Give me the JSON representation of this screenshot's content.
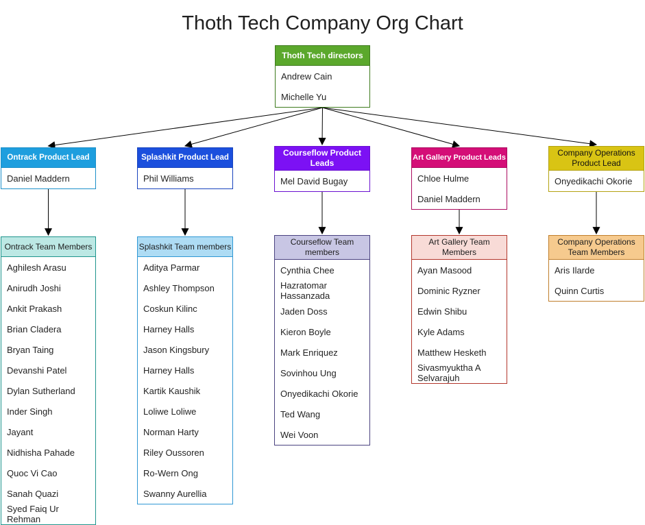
{
  "title": "Thoth Tech Company Org Chart",
  "chart": {
    "nodes": [
      {
        "id": "directors",
        "title": "Thoth Tech directors",
        "header_bg": "#5ba82c",
        "header_color": "#ffffff",
        "border": "#3d7a1d",
        "members": [
          "Andrew Cain",
          "Michelle Yu"
        ]
      },
      {
        "id": "ontrack_lead",
        "title": "Ontrack Product Lead",
        "header_bg": "#1e9ede",
        "header_color": "#ffffff",
        "border": "#1b8fc9",
        "members": [
          "Daniel Maddern"
        ]
      },
      {
        "id": "splashkit_lead",
        "title": "Splashkit Product Lead",
        "header_bg": "#1b4fdd",
        "header_color": "#ffffff",
        "border": "#1743bd",
        "members": [
          "Phil Williams"
        ]
      },
      {
        "id": "courseflow_lead",
        "title": "Courseflow Product Leads",
        "header_bg": "#7c11f4",
        "header_color": "#ffffff",
        "border": "#690fd0",
        "members": [
          "Mel David Bugay"
        ]
      },
      {
        "id": "artgallery_lead",
        "title": "Art Gallery Product Leads",
        "header_bg": "#d40e77",
        "header_color": "#ffffff",
        "border": "#aa0b5f",
        "members": [
          "Chloe Hulme",
          "Daniel Maddern"
        ]
      },
      {
        "id": "companyops_lead",
        "title": "Company Operations Product Lead",
        "header_bg": "#d9c414",
        "header_color": "#111111",
        "border": "#b3a210",
        "members": [
          "Onyedikachi Okorie"
        ]
      },
      {
        "id": "ontrack_team",
        "title": "Ontrack Team Members",
        "header_bg": "#bce8e4",
        "header_color": "#1c1c1c",
        "border": "#1d948c",
        "members": [
          "Aghilesh Arasu",
          "Anirudh Joshi",
          "Ankit Prakash",
          "Brian Cladera",
          "Bryan Taing",
          "Devanshi Patel",
          "Dylan Sutherland",
          "Inder Singh",
          "Jayant",
          "Nidhisha Pahade",
          "Quoc Vi Cao",
          "Sanah Quazi",
          "Syed Faiq Ur Rehman"
        ]
      },
      {
        "id": "splashkit_team",
        "title": "Splashkit Team members",
        "header_bg": "#aedcf4",
        "header_color": "#1c1c1c",
        "border": "#2e97d4",
        "members": [
          "Aditya Parmar",
          "Ashley Thompson",
          "Coskun Kilinc",
          "Harney Halls",
          "Jason Kingsbury",
          "Harney Halls",
          "Kartik Kaushik",
          "Loliwe Loliwe",
          "Norman Harty",
          "Riley Oussoren",
          "Ro-Wern Ong",
          "Swanny Aurellia"
        ]
      },
      {
        "id": "courseflow_team",
        "title": "Courseflow Team members",
        "header_bg": "#c8c6e4",
        "header_color": "#1c1c1c",
        "border": "#49417f",
        "members": [
          "Cynthia Chee",
          "Hazratomar Hassanzada",
          "Jaden Doss",
          "Kieron Boyle",
          "Mark Enriquez",
          "Sovinhou Ung",
          "Onyedikachi Okorie",
          "Ted Wang",
          "Wei Voon"
        ]
      },
      {
        "id": "artgallery_team",
        "title": "Art Gallery Team Members",
        "header_bg": "#f8dbd7",
        "header_color": "#1c1c1c",
        "border": "#b2352b",
        "members": [
          "Ayan Masood",
          "Dominic Ryzner",
          "Edwin Shibu",
          "Kyle Adams",
          "Matthew Hesketh",
          "Sivasmyuktha A Selvarajuh"
        ]
      },
      {
        "id": "companyops_team",
        "title": "Company Operations Team Members",
        "header_bg": "#f6ca8e",
        "header_color": "#1c1c1c",
        "border": "#c07e2b",
        "members": [
          "Aris Ilarde",
          "Quinn Curtis"
        ]
      }
    ],
    "edges": [
      {
        "from": "directors",
        "to": "ontrack_lead"
      },
      {
        "from": "directors",
        "to": "splashkit_lead"
      },
      {
        "from": "directors",
        "to": "courseflow_lead"
      },
      {
        "from": "directors",
        "to": "artgallery_lead"
      },
      {
        "from": "directors",
        "to": "companyops_lead"
      },
      {
        "from": "ontrack_lead",
        "to": "ontrack_team"
      },
      {
        "from": "splashkit_lead",
        "to": "splashkit_team"
      },
      {
        "from": "courseflow_lead",
        "to": "courseflow_team"
      },
      {
        "from": "artgallery_lead",
        "to": "artgallery_team"
      },
      {
        "from": "companyops_lead",
        "to": "companyops_team"
      }
    ]
  }
}
